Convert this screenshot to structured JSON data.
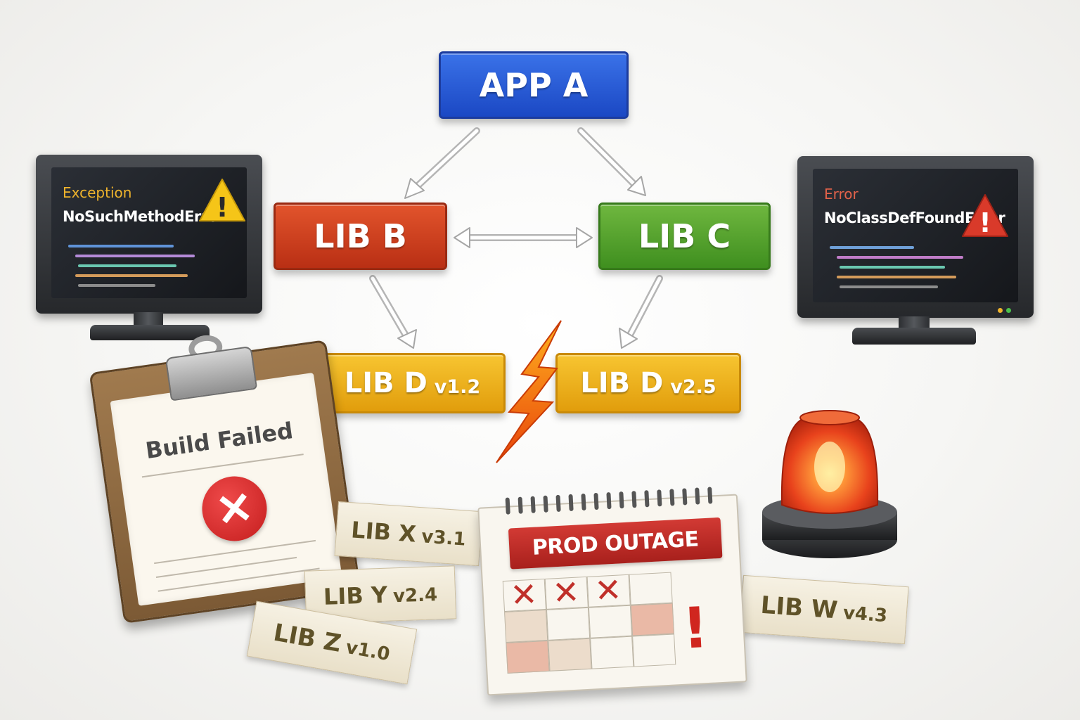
{
  "diagram": {
    "app": "APP A",
    "lib_b": "LIB B",
    "lib_c": "LIB C",
    "lib_d_left": {
      "name": "LIB D",
      "version": "v1.2"
    },
    "lib_d_right": {
      "name": "LIB D",
      "version": "v2.5"
    }
  },
  "left_monitor": {
    "heading": "Exception",
    "error": "NoSuchMethodError",
    "warning_glyph": "!"
  },
  "right_monitor": {
    "heading": "Error",
    "error": "NoClassDefFoundError",
    "warning_glyph": "!"
  },
  "clipboard": {
    "title": "Build Failed",
    "mark": "✕"
  },
  "tags": [
    {
      "name": "LIB X",
      "version": "v3.1"
    },
    {
      "name": "LIB Y",
      "version": "v2.4"
    },
    {
      "name": "LIB Z",
      "version": "v1.0"
    },
    {
      "name": "LIB W",
      "version": "v4.3"
    }
  ],
  "calendar": {
    "banner": "PROD OUTAGE",
    "mark": "✕",
    "alert": "!"
  },
  "icons": [
    "warning-triangle-icon",
    "lightning-bolt-icon",
    "siren-icon",
    "calendar-icon",
    "clipboard-icon"
  ],
  "colors": {
    "app_a": "#2358d6",
    "lib_b": "#cf4220",
    "lib_c": "#55a32e",
    "lib_d": "#edb020",
    "warning_yellow": "#f5c518",
    "error_red": "#d93a2a",
    "bolt_orange": "#f06a10"
  }
}
